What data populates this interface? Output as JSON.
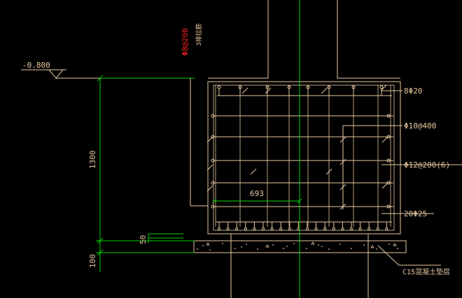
{
  "colors": {
    "background": "#000000",
    "outline": "#e8c8a0",
    "rebar": "#e8c8a0",
    "dimension": "#00e000",
    "annotation_red": "#ff2020",
    "leader": "#e8c8a0"
  },
  "labels": {
    "elevation": "-0.800",
    "column_rebar_vertical": "Φ8@200",
    "column_rebar_vertical_note": "3排拉筋",
    "top_bars": "8Φ20",
    "stirrup": "Φ10@400",
    "side_bars": "Φ12@200(6)",
    "bottom_bars": "20Φ25",
    "cushion_note": "C15混凝土垫层"
  },
  "dimensions": {
    "height_main": "1300",
    "height_small": "50",
    "cushion_thickness": "100",
    "horizontal": "693"
  }
}
